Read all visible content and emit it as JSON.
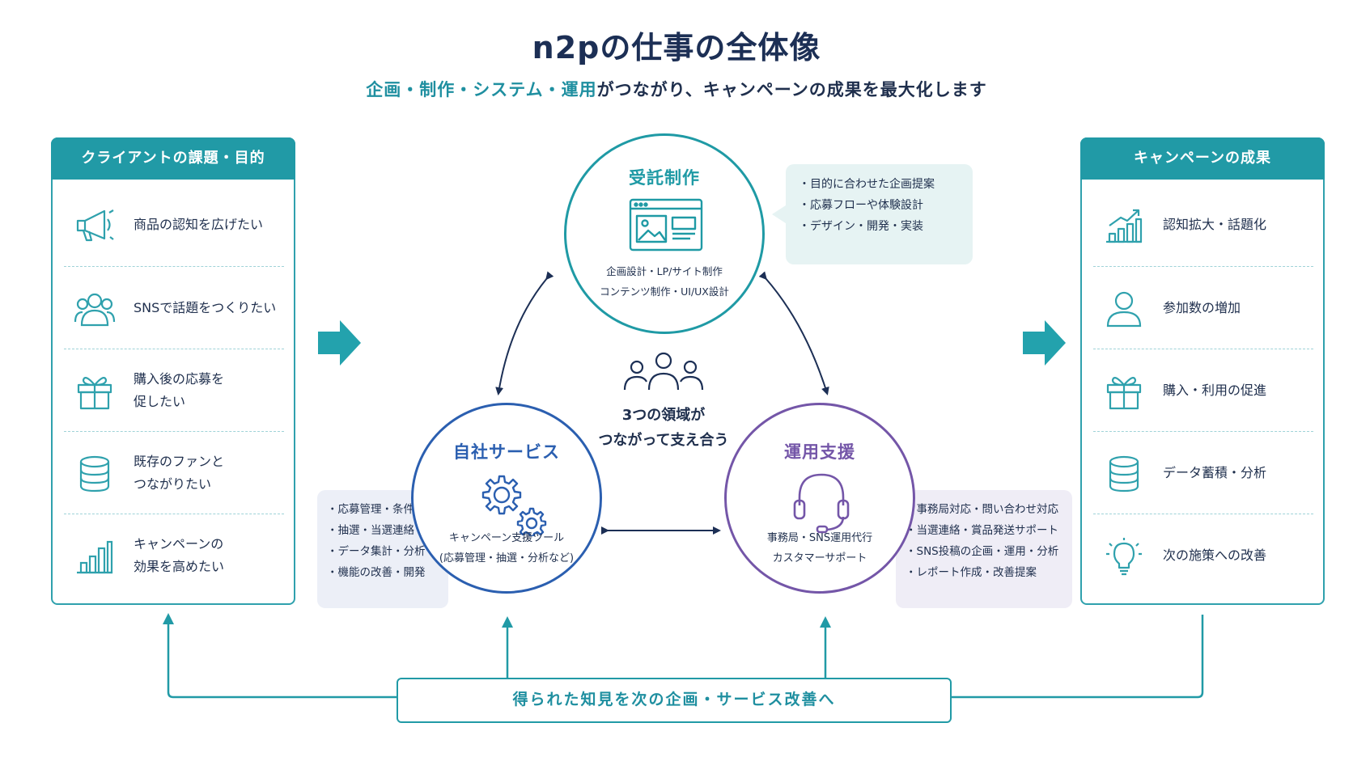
{
  "header": {
    "title": "n2pの仕事の全体像",
    "subtitle_accent": "企画・制作・システム・運用",
    "subtitle_rest": "がつながり、キャンペーンの成果を最大化します"
  },
  "left_panel": {
    "title": "クライアントの課題・目的",
    "items": [
      {
        "label": "商品の認知を広げたい",
        "icon": "megaphone-icon"
      },
      {
        "label": "SNSで話題をつくりたい",
        "icon": "people-icon"
      },
      {
        "label": "購入後の応募を\n促したい",
        "icon": "gift-icon"
      },
      {
        "label": "既存のファンと\nつながりたい",
        "icon": "database-icon"
      },
      {
        "label": "キャンペーンの\n効果を高めたい",
        "icon": "bar-chart-icon"
      }
    ]
  },
  "right_panel": {
    "title": "キャンペーンの成果",
    "items": [
      {
        "label": "認知拡大・話題化",
        "icon": "growth-chart-icon"
      },
      {
        "label": "参加数の増加",
        "icon": "person-icon"
      },
      {
        "label": "購入・利用の促進",
        "icon": "gift-icon"
      },
      {
        "label": "データ蓄積・分析",
        "icon": "database-icon"
      },
      {
        "label": "次の施策への改善",
        "icon": "lightbulb-icon"
      }
    ]
  },
  "circles": {
    "top": {
      "name": "受託制作",
      "desc": "企画設計・LP/サイト制作\nコンテンツ制作・UI/UX設計",
      "icon": "browser-window-icon",
      "color": "#1f9aa5"
    },
    "left": {
      "name": "自社サービス",
      "desc": "キャンペーン支援ツール\n(応募管理・抽選・分析など)",
      "icon": "gears-icon",
      "color": "#2b5fb0"
    },
    "right": {
      "name": "運用支援",
      "desc": "事務局・SNS運用代行\nカスタマーサポート",
      "icon": "headset-icon",
      "color": "#7456a8"
    }
  },
  "bubbles": {
    "top": [
      "目的に合わせた企画提案",
      "応募フローや体験設計",
      "デザイン・開発・実装"
    ],
    "left": [
      "応募管理・条件判定",
      "抽選・当選連絡",
      "データ集計・分析",
      "機能の改善・開発"
    ],
    "right": [
      "事務局対応・問い合わせ対応",
      "当選連絡・賞品発送サポート",
      "SNS投稿の企画・運用・分析",
      "レポート作成・改善提案"
    ]
  },
  "center": {
    "icon": "team-icon",
    "text": "3つの領域が\nつながって支え合う"
  },
  "feedback_label": "得られた知見を次の企画・サービス改善へ",
  "colors": {
    "teal": "#219aa6",
    "blue": "#2b5fb0",
    "purple": "#7456a8",
    "navy": "#1c2f55"
  }
}
